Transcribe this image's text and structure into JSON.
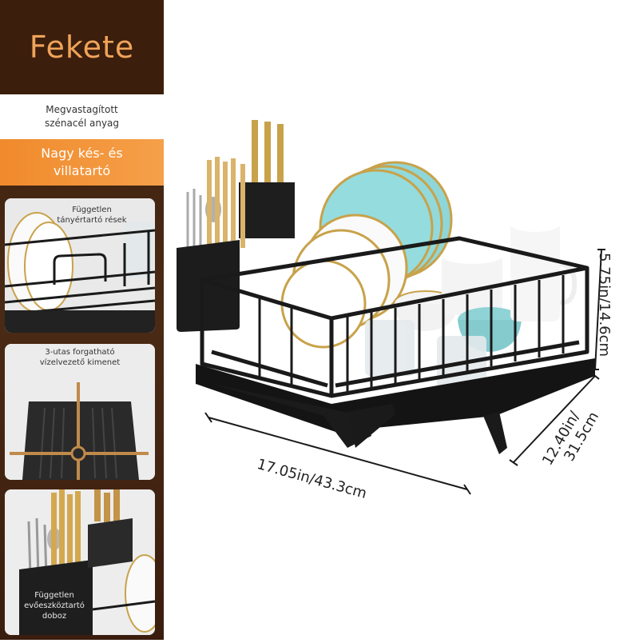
{
  "color_label": "Fekete",
  "features": {
    "carbon_steel": [
      "Megvastagított",
      "szénacél anyag"
    ],
    "knife_holder": [
      "Nagy kés- és",
      "villatartó"
    ]
  },
  "panels": {
    "plate_slots": [
      "Független",
      "tányértartó rések"
    ],
    "drain_spout": [
      "3-utas forgatható",
      "vízelvezető kimenet"
    ],
    "utensil_box": [
      "Független",
      "evőeszköztartó",
      "doboz"
    ]
  },
  "dimensions": {
    "height": "5.75in/14.6cm",
    "width": "17.05in/43.3cm",
    "depth_line1": "12.40in/",
    "depth_line2": "31.5cm"
  },
  "colors": {
    "sidebar_brown": "#3b1e0c",
    "accent_orange": "#f08a2c",
    "title_orange": "#f0a35a",
    "rack_black": "#1a1a1a",
    "plate_teal": "#8fd6d8",
    "gold_rim": "#c8a24a"
  }
}
